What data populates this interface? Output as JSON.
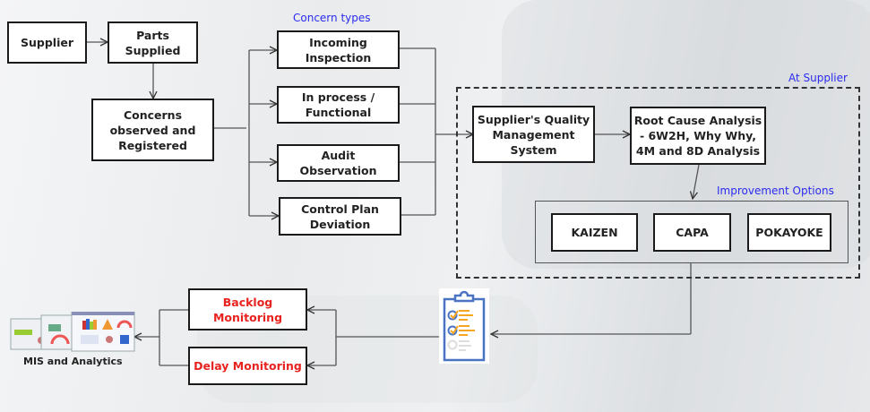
{
  "nodes": {
    "supplier": "Supplier",
    "parts_supplied": "Parts\nSupplied",
    "concerns": "Concerns\nobserved and\nRegistered",
    "incoming": "Incoming\nInspection",
    "in_process": "In process /\nFunctional",
    "audit": "Audit\nObservation",
    "control_plan": "Control Plan\nDeviation",
    "sqms": "Supplier's Quality\nManagement\nSystem",
    "rca": "Root Cause Analysis\n- 6W2H, Why Why,\n4M and 8D Analysis",
    "kaizen": "KAIZEN",
    "capa": "CAPA",
    "pokayoke": "POKAYOKE",
    "backlog": "Backlog\nMonitoring",
    "delay": "Delay Monitoring"
  },
  "labels": {
    "concern_types": "Concern types",
    "at_supplier": "At Supplier",
    "improvement_options": "Improvement Options",
    "mis": "MIS and Analytics"
  },
  "colors": {
    "accent_blue": "#2b2bf0",
    "monitor_red": "#e8231f",
    "checklist_blue": "#4a73c4",
    "checklist_orange": "#f5a623"
  },
  "icons": [
    "checklist-clipboard-icon",
    "dashboard-screens-icon"
  ]
}
